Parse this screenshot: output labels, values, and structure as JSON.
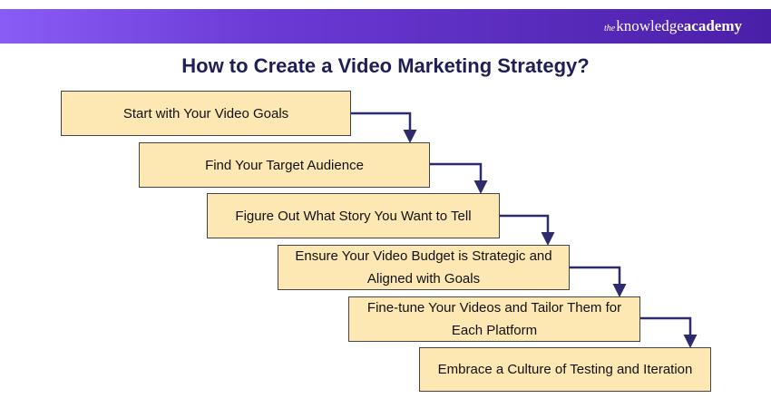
{
  "brand": {
    "prefix": "the",
    "name": "knowledge",
    "suffix": "academy"
  },
  "title": "How to Create a Video Marketing Strategy?",
  "steps": [
    "Start with Your Video Goals",
    "Find Your Target Audience",
    "Figure Out What Story You Want to Tell",
    "Ensure Your Video Budget is Strategic and Aligned with Goals",
    "Fine-tune Your Videos and Tailor Them for Each Platform",
    "Embrace a Culture of Testing and Iteration"
  ],
  "colors": {
    "box_fill": "#fde7b3",
    "box_border": "#444444",
    "arrow": "#2d2a6e",
    "header_gradient_start": "#8a5cf6",
    "header_gradient_end": "#4a1fa8",
    "title": "#1f1f55"
  }
}
